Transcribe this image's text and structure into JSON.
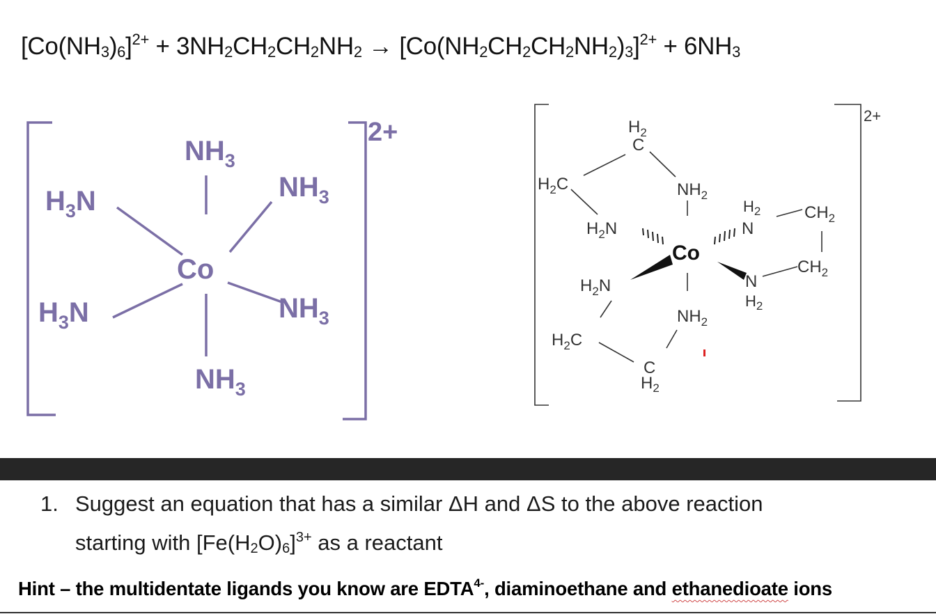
{
  "equation": {
    "r1_open": "[Co(NH",
    "r1_sub1": "3",
    "r1_close": ")",
    "r1_sub2": "6",
    "r1_bracket": "]",
    "r1_charge": "2+",
    "plus1": " + 3NH",
    "l_sub1": "2",
    "l_ch2a": "CH",
    "l_sub2": "2",
    "l_ch2b": "CH",
    "l_sub3": "2",
    "l_nh2": "NH",
    "l_sub4": "2",
    "arrow": " → ",
    "p1_open": "[Co(NH",
    "p1_sub1": "2",
    "p1_ch2a": "CH",
    "p1_sub2": "2",
    "p1_ch2b": "CH",
    "p1_sub3": "2",
    "p1_nh2": "NH",
    "p1_sub4": "2",
    "p1_close": ")",
    "p1_sub5": "3",
    "p1_bracket": "]",
    "p1_charge": "2+",
    "plus2": " + 6NH",
    "p2_sub": "3"
  },
  "left_complex": {
    "center": "Co",
    "ligand_main": "NH",
    "ligand_sub": "3",
    "ligand_main_left": "H",
    "ligand_left_sub": "3",
    "ligand_left_tail": "N",
    "charge": "2+",
    "color": "#7b6fa6"
  },
  "right_complex": {
    "center": "Co",
    "charge": "2+",
    "h": "H",
    "sub2": "2",
    "c": "C",
    "n": "N",
    "nh": "NH",
    "ch": "CH"
  },
  "question": {
    "number": "1.",
    "line1": "Suggest an equation that has a similar ΔH and ΔS to the above reaction",
    "line2_a": "starting with [Fe(H",
    "line2_sub1": "2",
    "line2_b": "O)",
    "line2_sub2": "6",
    "line2_c": "]",
    "line2_sup": "3+",
    "line2_d": " as a reactant"
  },
  "hint": {
    "prefix": "Hint – the multidentate ligands you know are EDTA",
    "sup": "4-",
    "middle": ", diaminoethane and ",
    "underlined": "ethanedioate",
    "suffix": " ions"
  }
}
